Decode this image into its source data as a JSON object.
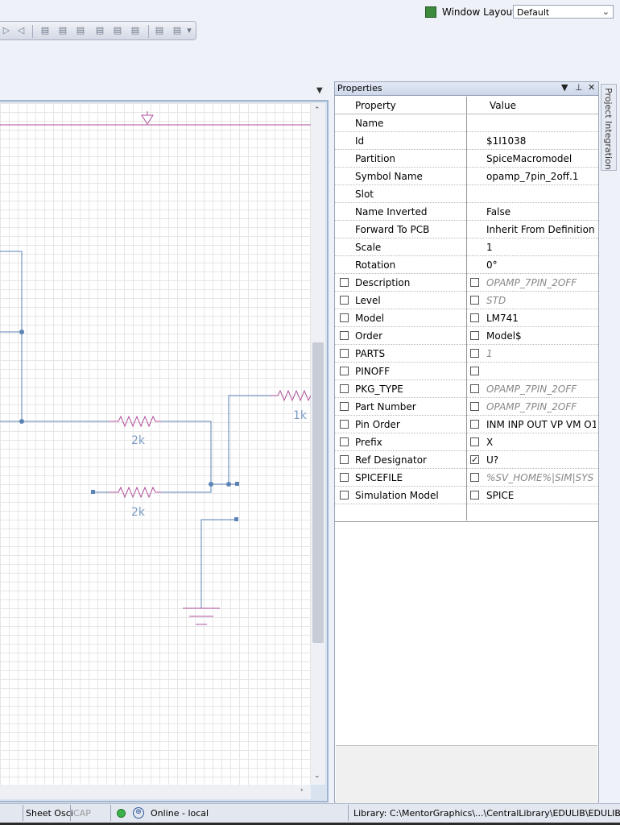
{
  "window_layouts": {
    "label": "Window Layouts:",
    "value": "Default"
  },
  "properties": {
    "title": "Properties",
    "header": {
      "property": "Property",
      "value": "Value"
    },
    "rows": [
      {
        "name": "Name",
        "value": "",
        "checkbox": false
      },
      {
        "name": "Id",
        "value": "$1I1038",
        "checkbox": false
      },
      {
        "name": "Partition",
        "value": "SpiceMacromodel",
        "checkbox": false
      },
      {
        "name": "Symbol Name",
        "value": "opamp_7pin_2off.1",
        "checkbox": false
      },
      {
        "name": "Slot",
        "value": "",
        "checkbox": false
      },
      {
        "name": "Name Inverted",
        "value": "False",
        "checkbox": false
      },
      {
        "name": "Forward To PCB",
        "value": "Inherit From Definition",
        "checkbox": false
      },
      {
        "name": "Scale",
        "value": "1",
        "checkbox": false
      },
      {
        "name": "Rotation",
        "value": "0°",
        "checkbox": false
      },
      {
        "name": "Description",
        "value": "OPAMP_7PIN_2OFF",
        "checkbox": true,
        "italic": true,
        "value_checked": false
      },
      {
        "name": "Level",
        "value": "STD",
        "checkbox": true,
        "italic": true,
        "value_checked": false
      },
      {
        "name": "Model",
        "value": "LM741",
        "checkbox": true,
        "italic": false,
        "value_checked": false
      },
      {
        "name": "Order",
        "value": "Model$",
        "checkbox": true,
        "italic": false,
        "value_checked": false
      },
      {
        "name": "PARTS",
        "value": "1",
        "checkbox": true,
        "italic": true,
        "value_checked": false
      },
      {
        "name": "PINOFF",
        "value": "",
        "checkbox": true,
        "italic": false,
        "value_checked": false
      },
      {
        "name": "PKG_TYPE",
        "value": "OPAMP_7PIN_2OFF",
        "checkbox": true,
        "italic": true,
        "value_checked": false
      },
      {
        "name": "Part Number",
        "value": "OPAMP_7PIN_2OFF",
        "checkbox": true,
        "italic": true,
        "value_checked": false
      },
      {
        "name": "Pin Order",
        "value": "INM INP OUT VP VM O1",
        "checkbox": true,
        "italic": false,
        "value_checked": false
      },
      {
        "name": "Prefix",
        "value": "X",
        "checkbox": true,
        "italic": false,
        "value_checked": false
      },
      {
        "name": "Ref Designator",
        "value": "U?",
        "checkbox": true,
        "italic": false,
        "value_checked": true
      },
      {
        "name": "SPICEFILE",
        "value": "%SV_HOME%|SIM|SYS",
        "checkbox": true,
        "italic": true,
        "value_checked": false
      },
      {
        "name": "Simulation Model",
        "value": "SPICE",
        "checkbox": true,
        "italic": false,
        "value_checked": false
      }
    ]
  },
  "side_tab": {
    "label": "Project Integration"
  },
  "schematic": {
    "resistor_labels": [
      "1k",
      "2k",
      "2k"
    ]
  },
  "status_bar": {
    "sheet": "Sheet Osci",
    "caps": "CAP",
    "connection": "Online - local",
    "library": "Library: C:\\MentorGraphics\\...\\CentralLibrary\\EDULIB\\EDULIB.lmc"
  },
  "colors": {
    "wire": "#5b83b5",
    "component": "#b0529d",
    "label": "#7a9cc4"
  }
}
